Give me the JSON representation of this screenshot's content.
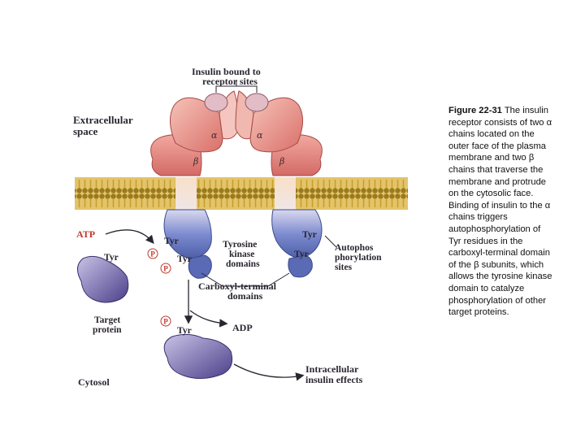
{
  "diagram": {
    "labels": {
      "insulin_bound": [
        "Insulin bound to",
        "receptor sites"
      ],
      "extracellular": [
        "Extracellular",
        "space"
      ],
      "alpha": "α",
      "beta": "β",
      "atp": "ATP",
      "tyr": "Tyr",
      "phospho": "P",
      "tyrosine_kinase": [
        "Tyrosine",
        "kinase",
        "domains"
      ],
      "autophos": [
        "Autophos",
        "phorylation",
        "sites"
      ],
      "carboxyl": [
        "Carboxyl-terminal",
        "domains"
      ],
      "target_protein": [
        "Target",
        "protein"
      ],
      "adp": "ADP",
      "cytosol": "Cytosol",
      "intracellular": [
        "Intracellular",
        "insulin effects"
      ]
    }
  },
  "caption": {
    "figure_label": "Figure 22-31",
    "text": " The insulin receptor consists of two α chains located on the outer face of the plasma membrane and two β chains that traverse the membrane and protrude on the cytosolic face. Binding of insulin to the α chains triggers autophosphorylation of Tyr residues in the carboxyl-terminal domain of the β subunits, which allows the tyrosine kinase domain to catalyze phosphorylation of other target proteins."
  }
}
